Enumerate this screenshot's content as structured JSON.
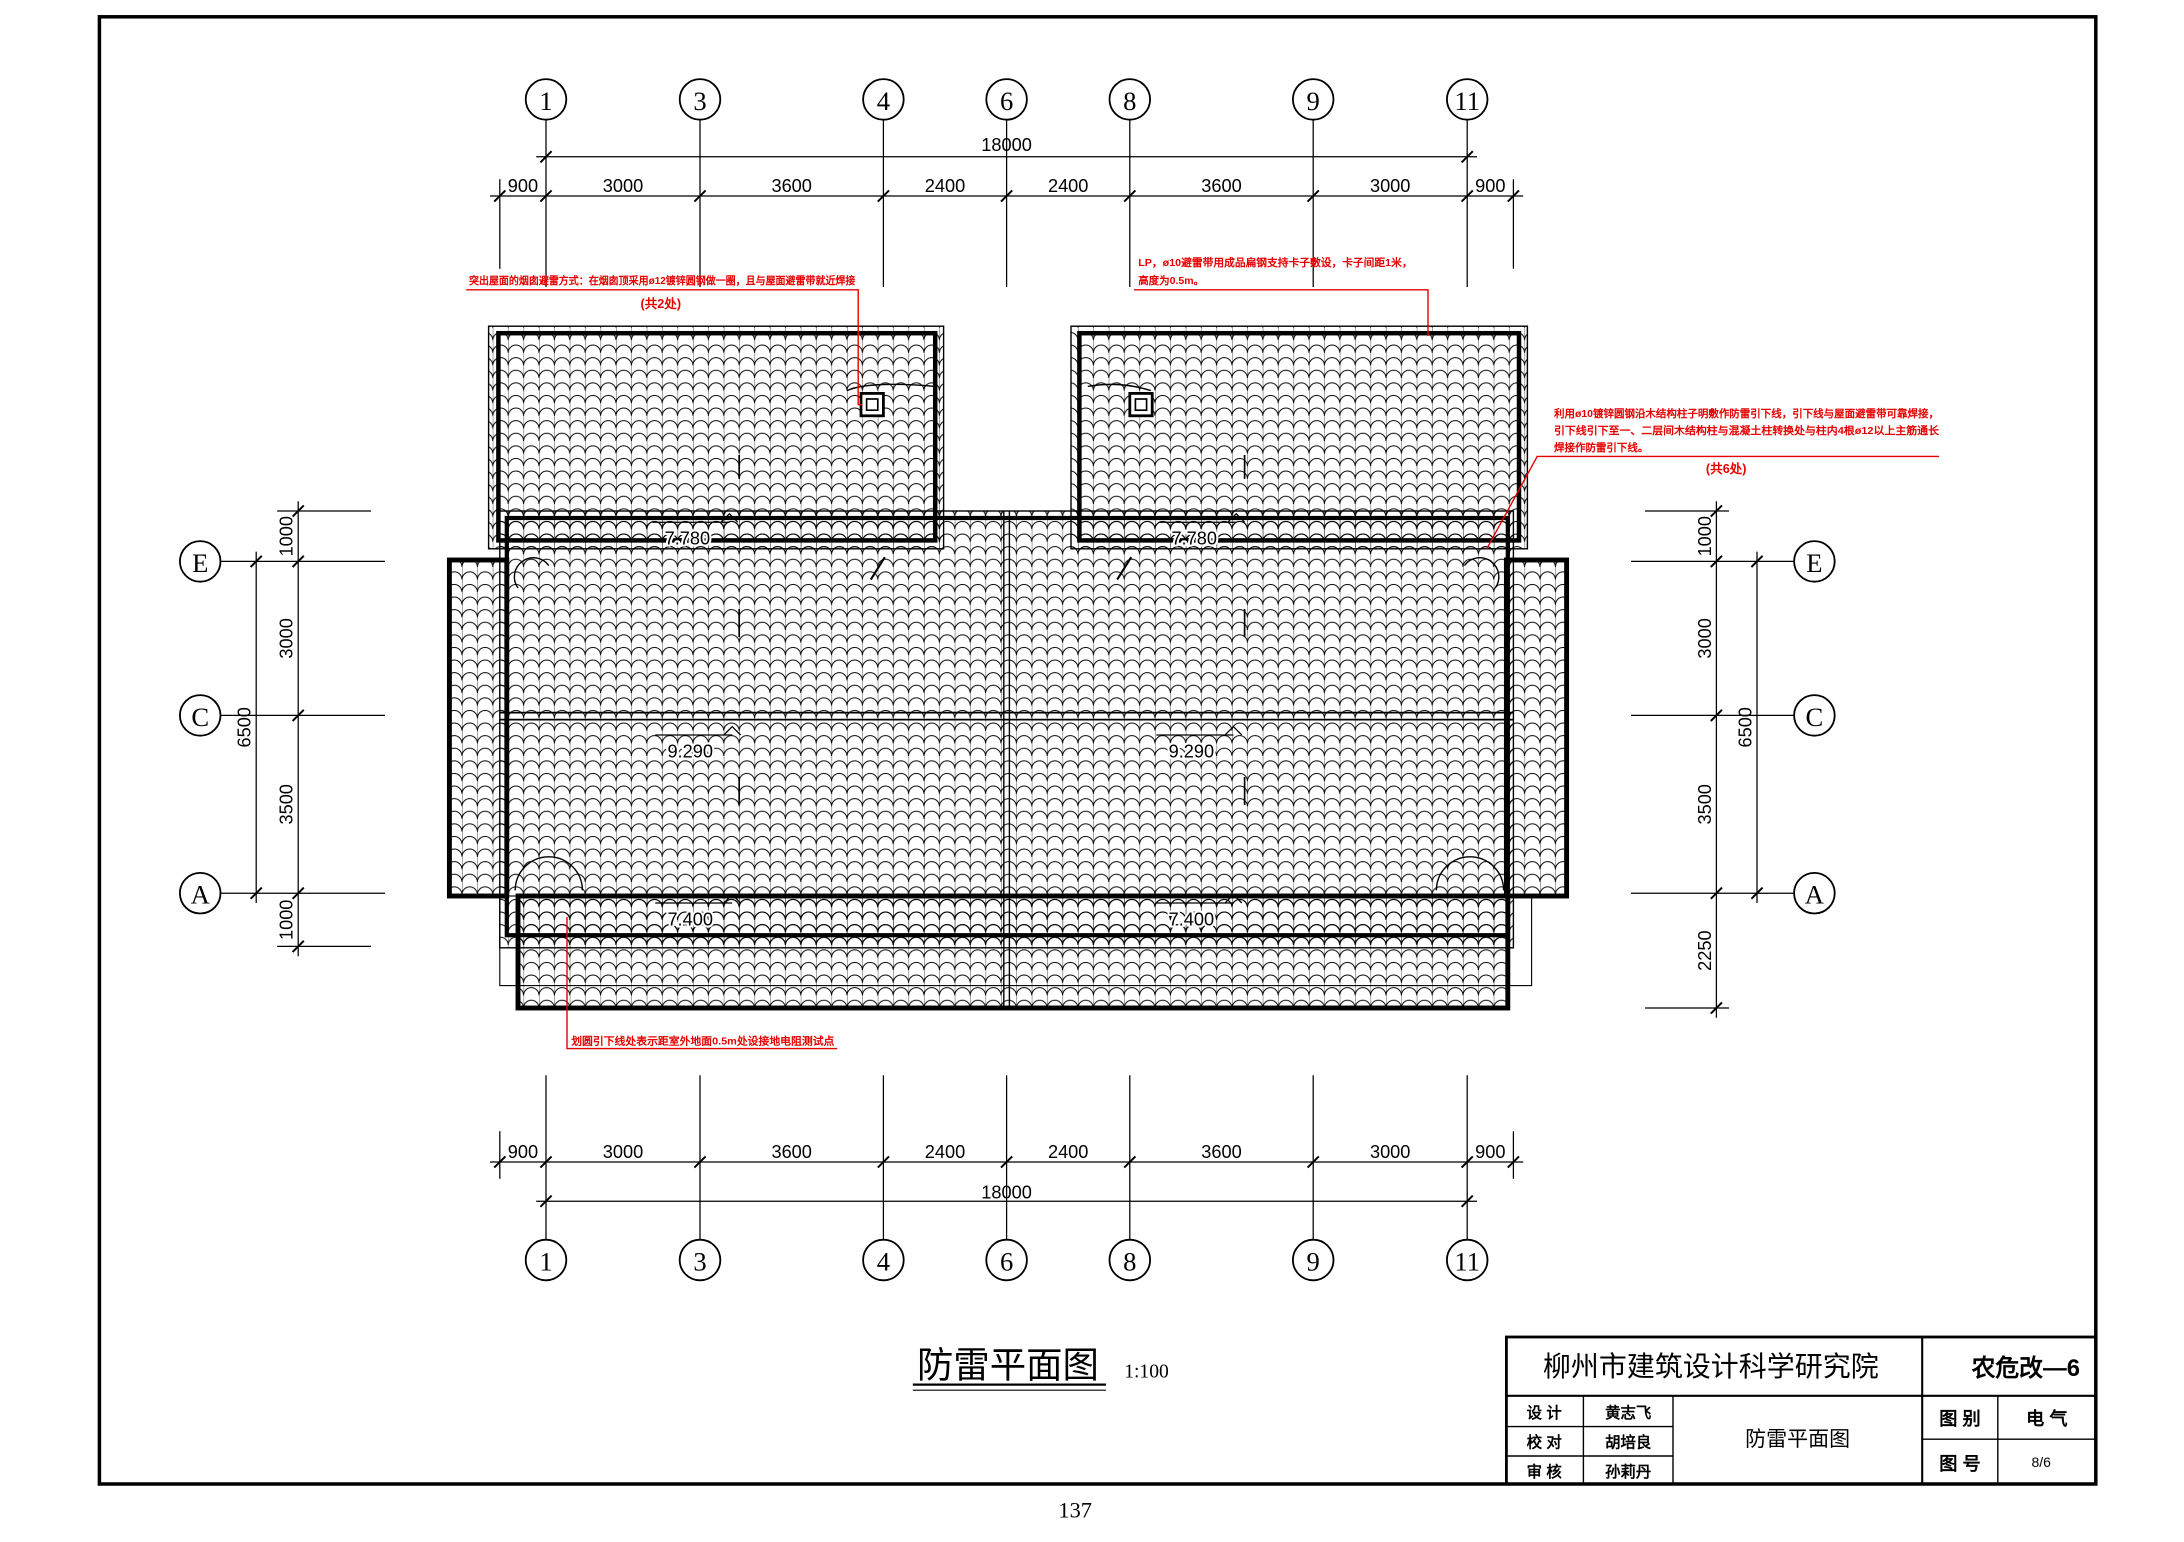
{
  "sheet": {
    "page_number": "137"
  },
  "plan": {
    "title": "防雷平面图",
    "scale": "1:100",
    "grid_columns": [
      "1",
      "3",
      "4",
      "6",
      "8",
      "9",
      "11"
    ],
    "grid_rows": [
      "E",
      "C",
      "A"
    ],
    "dims_top": {
      "overall": "18000",
      "segments": [
        "900",
        "3000",
        "3600",
        "2400",
        "2400",
        "3600",
        "3000",
        "900"
      ]
    },
    "dims_bottom": {
      "overall": "18000",
      "segments": [
        "900",
        "3000",
        "3600",
        "2400",
        "2400",
        "3600",
        "3000",
        "900"
      ]
    },
    "dims_left": {
      "overall": "6500",
      "segments": [
        "1000",
        "3000",
        "3500",
        "1000"
      ]
    },
    "dims_right": {
      "overall": "6500",
      "segments": [
        "1000",
        "3000",
        "3500",
        "2250"
      ]
    },
    "elevations": {
      "upper_left": "7.780",
      "upper_right": "7.780",
      "ridge_left": "9.290",
      "ridge_right": "9.290",
      "lower_left": "7.400",
      "lower_right": "7.400"
    },
    "notes": {
      "chimney": {
        "text": "突出屋面的烟囱避雷方式：在烟囱顶采用ø12镀锌圆钢做一圈，且与屋面避雷带就近焊接",
        "count": "(共2处)"
      },
      "air_terminal": {
        "line1": "LP，ø10避雷带用成品扁钢支持卡子敷设，卡子间距1米，",
        "line2": "高度为0.5m。"
      },
      "down_conductor": {
        "line1": "利用ø10镀锌圆钢沿木结构柱子明敷作防雷引下线，引下线与屋面避雷带可靠焊接，",
        "line2": "引下线引下至一、二层间木结构柱与混凝土柱转换处与柱内4根ø12以上主筋通长",
        "line3": "焊接作防雷引下线。",
        "count": "(共6处)"
      },
      "test_point": {
        "text": "划圆引下线处表示距室外地面0.5m处设接地电阻测试点"
      }
    },
    "colors": {
      "annotation": "#e60000",
      "linework": "#000000"
    }
  },
  "title_block": {
    "institute": "柳州市建筑设计科学研究院",
    "project_code": "农危改—6",
    "drawing_name": "防雷平面图",
    "roles": [
      {
        "role": "设 计",
        "name": "黄志飞"
      },
      {
        "role": "校 对",
        "name": "胡培良"
      },
      {
        "role": "审 核",
        "name": "孙莉丹"
      }
    ],
    "category_label": "图 别",
    "category": "电 气",
    "number_label": "图 号",
    "number": "8/6"
  }
}
